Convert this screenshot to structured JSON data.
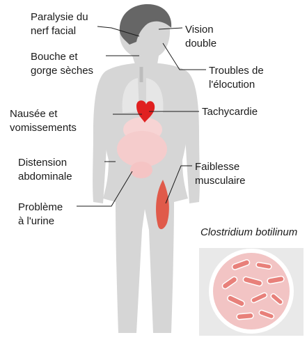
{
  "labels": {
    "facial_paralysis": "Paralysie du\nnerf facial",
    "double_vision": "Vision\ndouble",
    "dry_mouth": "Bouche et\ngorge sèches",
    "speech": "Troubles de\nl'élocution",
    "nausea": "Nausée et\nvomissements",
    "tachycardia": "Tachycardie",
    "distension": "Distension\nabdominale",
    "weakness": "Faiblesse\nmusculaire",
    "urine": "Problème\nà l'urine"
  },
  "bacteria_title": "Clostridium botilinum",
  "colors": {
    "body": "#d6d6d6",
    "hair": "#666666",
    "organs": "#f7d4d4",
    "heart": "#e02020",
    "muscle": "#e05a4a",
    "leader_line": "#1a1a1a",
    "petri_bg": "#e9e9e9",
    "petri_dish": "#f2c4c4",
    "bacteria": "#e8807a"
  }
}
